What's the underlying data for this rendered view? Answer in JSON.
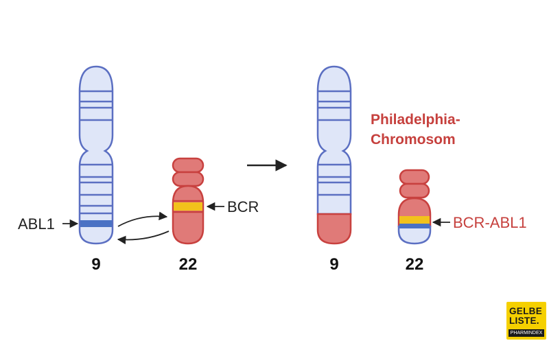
{
  "left": {
    "chrom9_number": "9",
    "chrom22_number": "22",
    "abl1_label": "ABL1",
    "bcr_label": "BCR"
  },
  "right": {
    "chrom9_number": "9",
    "chrom22_number": "22",
    "fusion_label": "BCR-ABL1",
    "philadelphia_line1": "Philadelphia-",
    "philadelphia_line2": "Chromosom"
  },
  "logo": {
    "line1": "GELBE",
    "line2": "LISTE.",
    "line3": "PHARMINDEX"
  },
  "colors": {
    "chrom9_fill": "#dfe6f8",
    "chrom9_stroke": "#5b6fc2",
    "chrom22_fill": "#e07a78",
    "chrom22_stroke": "#c8413f",
    "bcr_band": "#f2c21c",
    "abl1_band": "#4a72c4",
    "philadelphia_text": "#c6403d"
  }
}
